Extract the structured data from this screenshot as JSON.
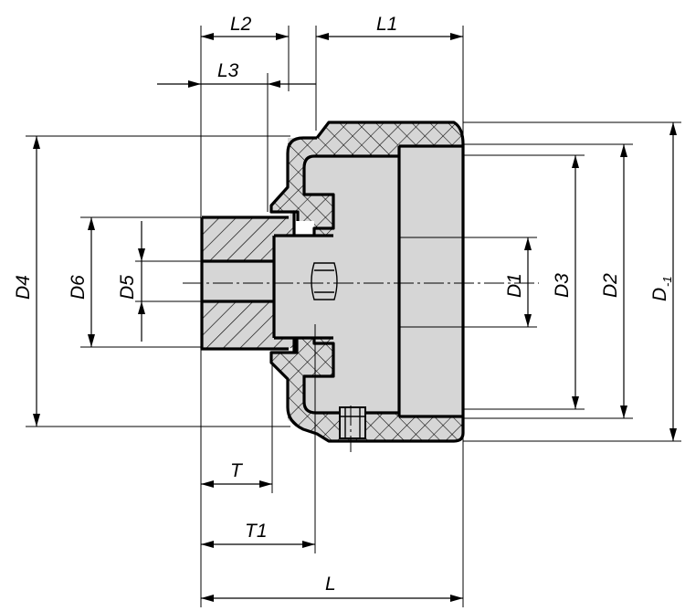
{
  "drawing": {
    "dimensions": {
      "l2": "L2",
      "l1": "L1",
      "l3": "L3",
      "d4": "D4",
      "d6": "D6",
      "d5": "D5",
      "d1": "D1",
      "d3": "D3",
      "d2": "D2",
      "d_main": "D",
      "d_tolerance": "-1",
      "t": "T",
      "t1": "T1",
      "l": "L"
    }
  }
}
